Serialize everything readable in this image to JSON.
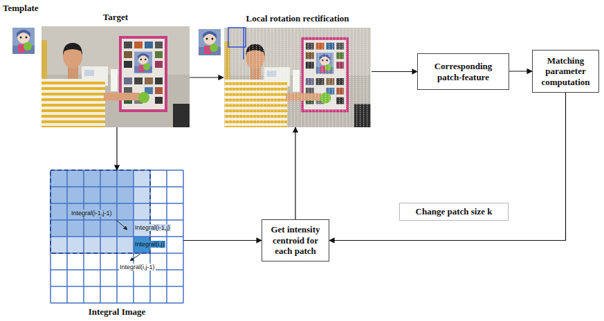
{
  "diagram": {
    "nodes": [
      {
        "text": [
          "Target"
        ]
      },
      {
        "text": [
          "Local rotation rectification"
        ]
      },
      {
        "text": [
          "Corresponding patch-feature"
        ]
      },
      {
        "text": [
          "Matching parameter computation"
        ]
      },
      {
        "text": [
          "Integral Image"
        ]
      },
      {
        "text": [
          "Change patch size k"
        ]
      },
      {
        "text": [
          "Get intensity centroid for each patch"
        ]
      }
    ],
    "edges": [
      {
        "from": 0,
        "to": 1,
        "arrow": "to"
      },
      {
        "from": 1,
        "to": 2,
        "arrow": "to"
      },
      {
        "from": 2,
        "to": 3,
        "arrow": "to"
      },
      {
        "from": 3,
        "to": 6,
        "arrow": "to"
      },
      {
        "from": 0,
        "to": 4,
        "arrow": "to"
      },
      {
        "from": 4,
        "to": 6,
        "arrow": "to"
      },
      {
        "from": 6,
        "to": 1,
        "arrow": "to"
      }
    ],
    "labels": [
      "Template",
      "Integral(i-1,j-1)",
      "Integral(i-1,j)",
      "Integral(i,j)",
      "Integral(i,j-1)"
    ]
  }
}
